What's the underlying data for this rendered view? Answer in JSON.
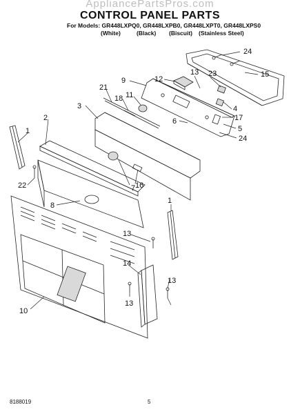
{
  "header": {
    "watermark": "AppliancePartsPros.com",
    "title": "CONTROL PANEL PARTS",
    "models_line": "For Models: GR448LXPQ0, GR448LXPB0, GR448LXPT0, GR448LXPS0",
    "finishes": [
      "(White)",
      "(Black)",
      "(Biscuit)",
      "(Stainless Steel)"
    ]
  },
  "callouts": {
    "c24a": "24",
    "c15": "15",
    "c23": "23",
    "c9": "9",
    "c12": "12",
    "c13a": "13",
    "c21": "21",
    "c18": "18",
    "c11": "11",
    "c3": "3",
    "c4": "4",
    "c17": "17",
    "c6": "6",
    "c5": "5",
    "c24b": "24",
    "c2": "2",
    "c1a": "1",
    "c22": "22",
    "c7": "7",
    "c16": "16",
    "c8": "8",
    "c1b": "1",
    "c13b": "13",
    "c14": "14",
    "c13c": "13",
    "c13d": "13",
    "c10": "10"
  },
  "footer": {
    "doc_number": "8188019",
    "page_number": "5"
  }
}
